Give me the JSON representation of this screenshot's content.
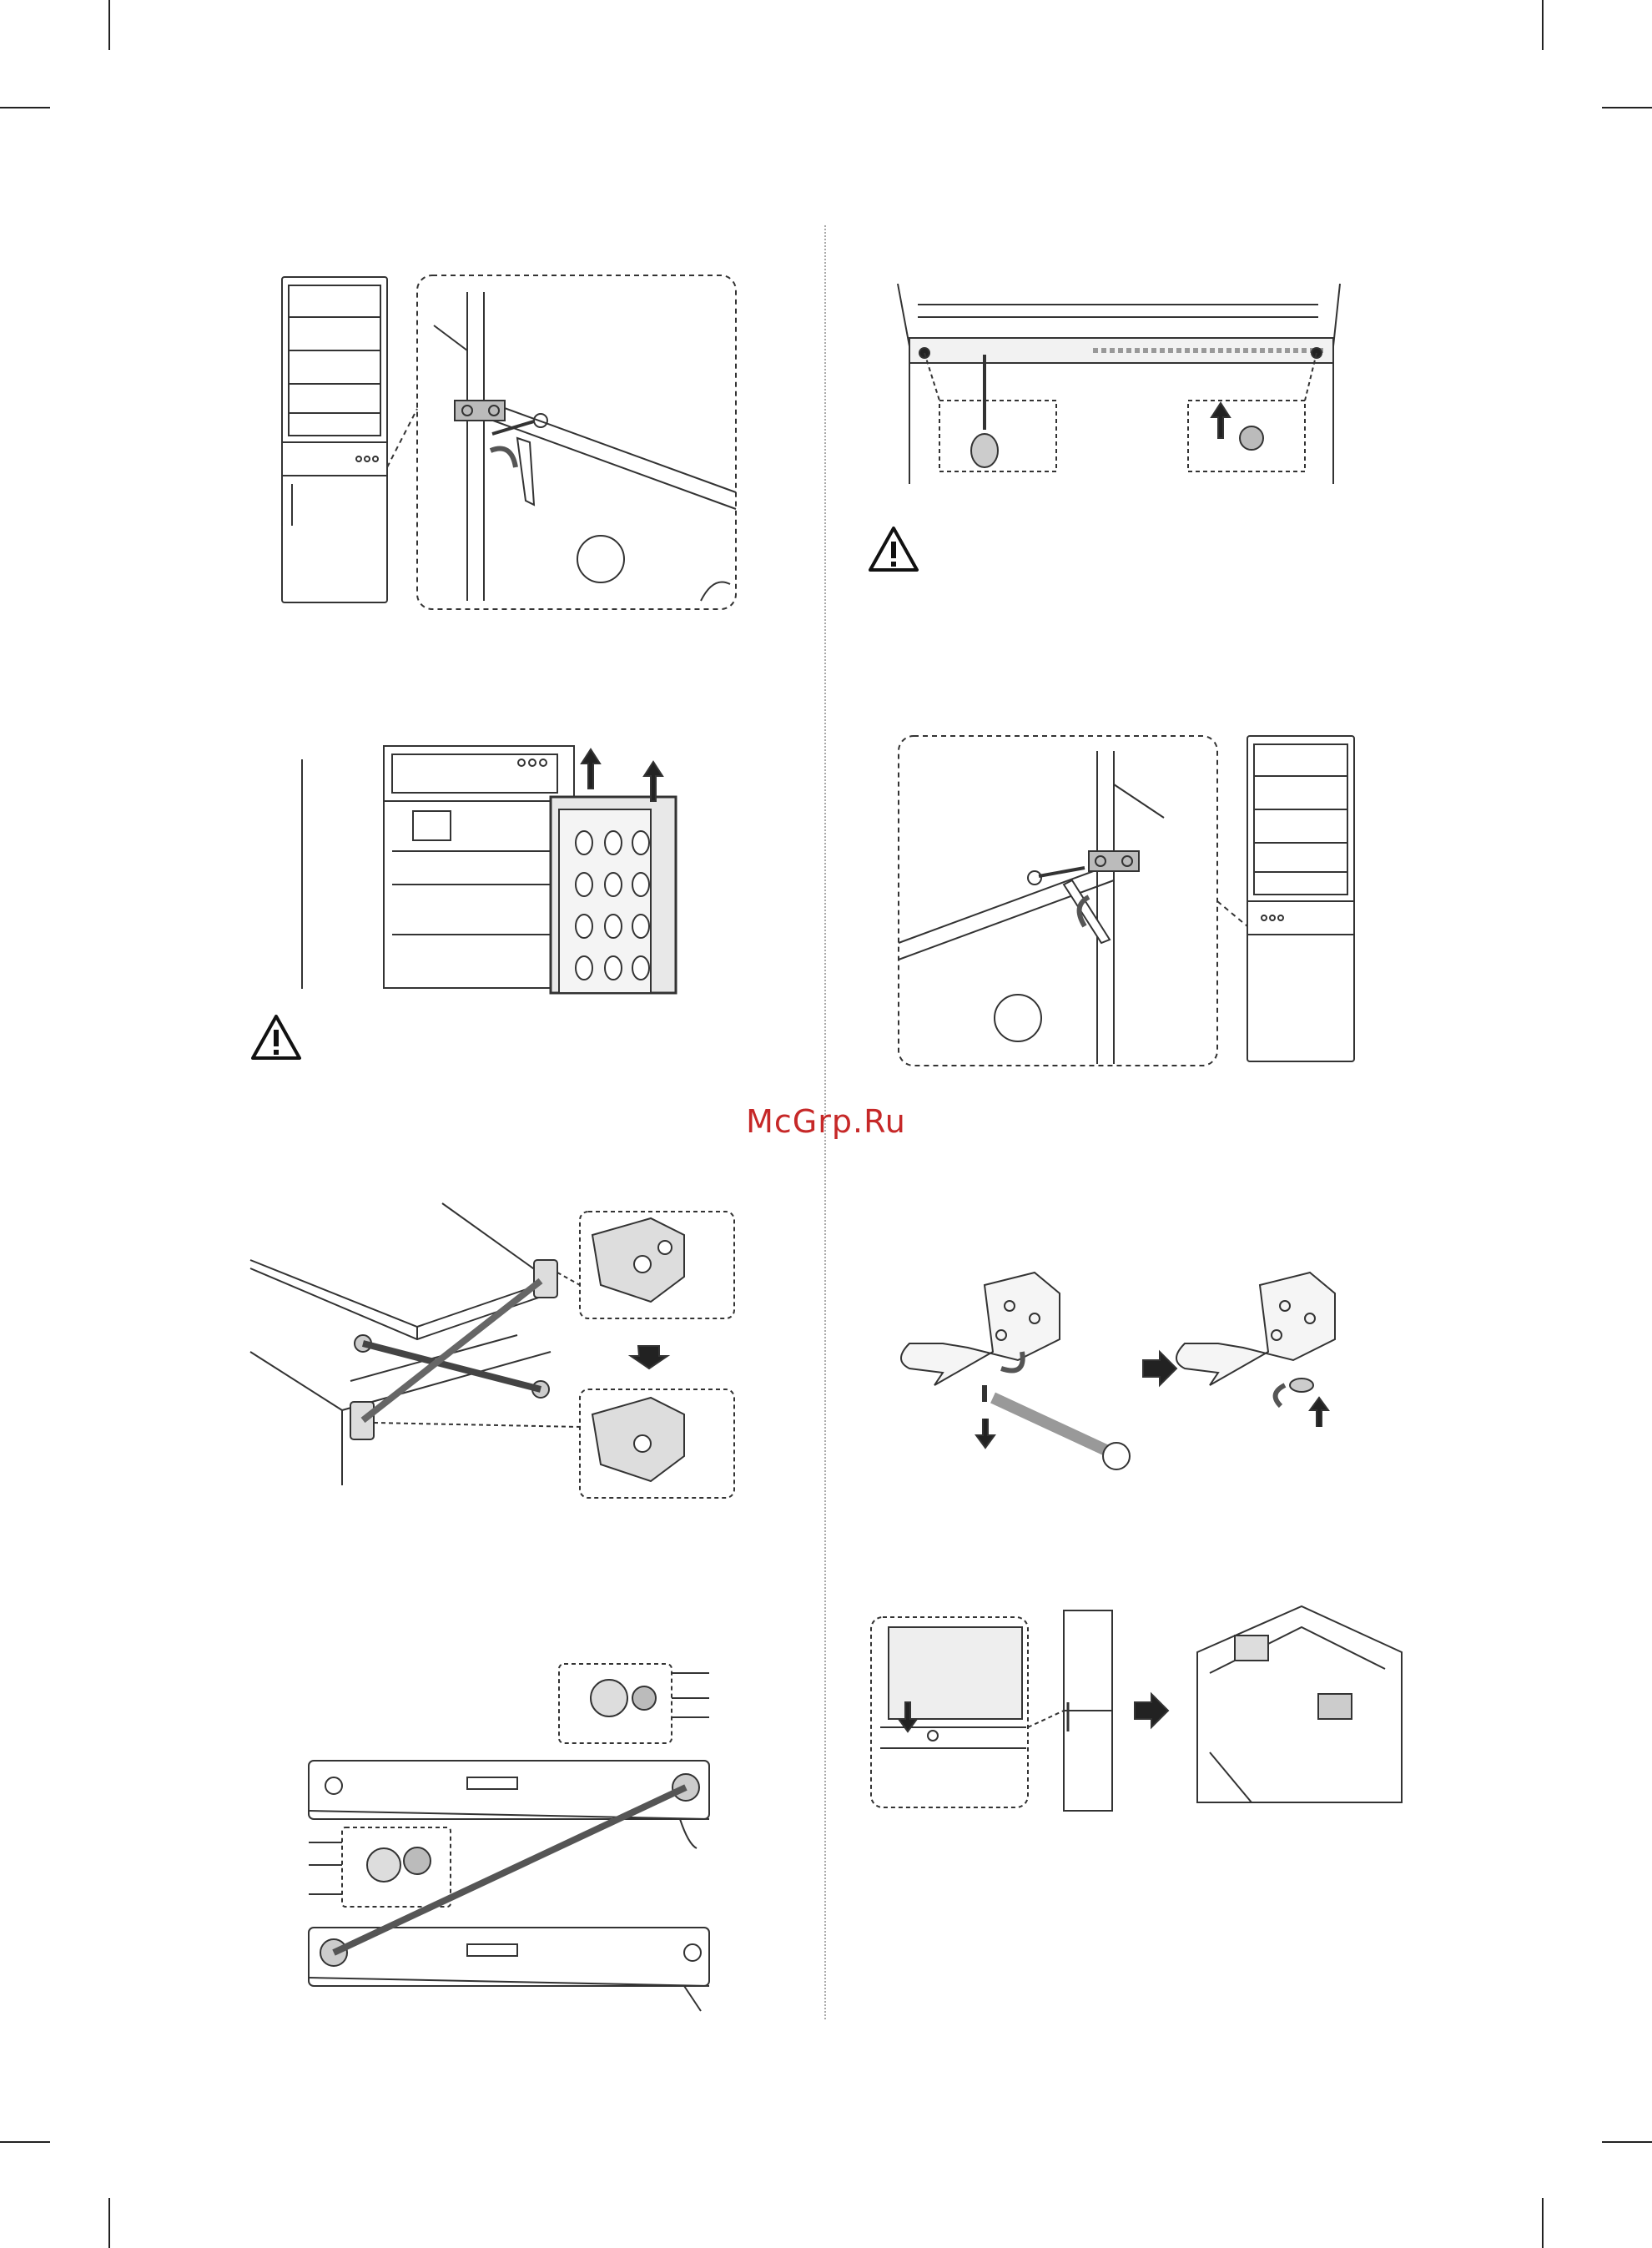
{
  "watermark": {
    "text": "McGrp.Ru",
    "color": "#c62828"
  },
  "figures": [
    {
      "name": "fig-hinge-top-allen-left",
      "icon": "fridge-hinge-illustration"
    },
    {
      "name": "fig-door-lift",
      "icon": "door-lift-illustration"
    },
    {
      "name": "fig-hinge-swap",
      "icon": "hinge-swap-illustration"
    },
    {
      "name": "fig-door-bottom-parts",
      "icon": "door-parts-illustration"
    },
    {
      "name": "fig-top-cover-screws",
      "icon": "top-cover-illustration"
    },
    {
      "name": "fig-hinge-top-allen-right",
      "icon": "fridge-hinge-illustration"
    },
    {
      "name": "fig-hinge-pin-wrench",
      "icon": "wrench-illustration"
    },
    {
      "name": "fig-final-assembly",
      "icon": "assembly-illustration"
    }
  ],
  "warnings": [
    {
      "name": "warning-icon-left",
      "icon": "warning-triangle-icon"
    },
    {
      "name": "warning-icon-right",
      "icon": "warning-triangle-icon"
    }
  ]
}
